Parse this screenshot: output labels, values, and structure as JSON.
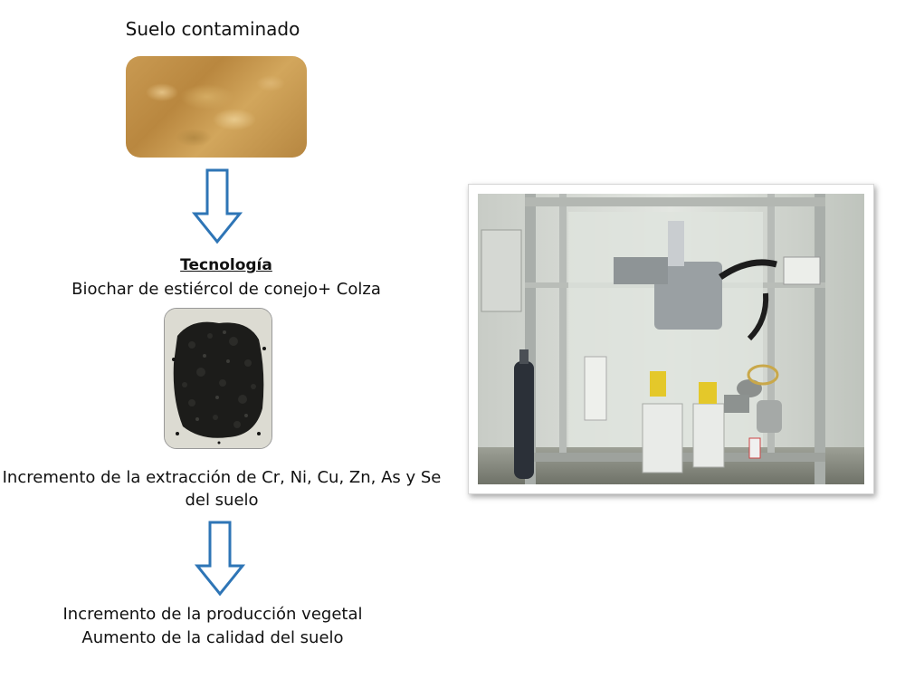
{
  "title": "Suelo contaminado",
  "technology": {
    "heading": "Tecnología",
    "description": "Biochar de estiércol de conejo+ Colza"
  },
  "result": {
    "line1": "Incremento de la extracción de Cr, Ni, Cu, Zn, As y Se",
    "line2": "del suelo"
  },
  "outcome": {
    "line1": "Incremento de la producción vegetal",
    "line2": "Aumento de la calidad del suelo"
  },
  "colors": {
    "arrow_stroke": "#2e75b6",
    "soil": "#c99a52",
    "biochar": "#1b1b1b",
    "frame": "#b9bdb8"
  },
  "icons": [
    "down-arrow-icon",
    "down-arrow-icon"
  ]
}
